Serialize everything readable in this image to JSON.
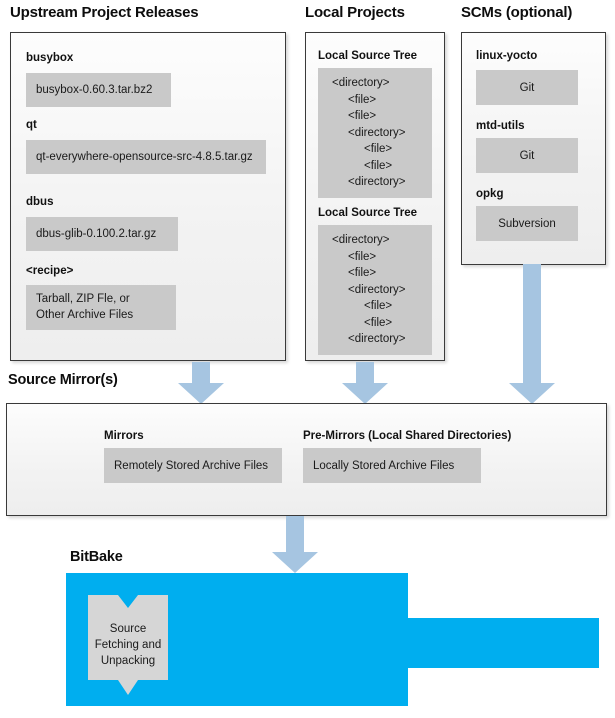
{
  "colors": {
    "accent_cyan": "#00AEEF",
    "arrow_blue": "#A6C5E1",
    "chip_gray": "#C9C9C9",
    "panel_border": "#3A3A3A",
    "text_dark": "#111111"
  },
  "sections": {
    "upstream": {
      "title": "Upstream Project Releases",
      "groups": [
        {
          "label": "busybox",
          "items": [
            "busybox-0.60.3.tar.bz2"
          ]
        },
        {
          "label": "qt",
          "items": [
            "qt-everywhere-opensource-src-4.8.5.tar.gz"
          ]
        },
        {
          "label": "dbus",
          "items": [
            "dbus-glib-0.100.2.tar.gz"
          ]
        },
        {
          "label": "<recipe>",
          "items": [
            "Tarball, ZIP Fle, or",
            "Other Archive Files"
          ]
        }
      ]
    },
    "local_projects": {
      "title": "Local Projects",
      "trees": [
        {
          "label": "Local Source Tree",
          "lines": [
            {
              "depth": 0,
              "text": "<directory>"
            },
            {
              "depth": 1,
              "text": "<file>"
            },
            {
              "depth": 1,
              "text": "<file>"
            },
            {
              "depth": 1,
              "text": "<directory>"
            },
            {
              "depth": 2,
              "text": "<file>"
            },
            {
              "depth": 2,
              "text": "<file>"
            },
            {
              "depth": 1,
              "text": "<directory>"
            }
          ]
        },
        {
          "label": "Local Source Tree",
          "lines": [
            {
              "depth": 0,
              "text": "<directory>"
            },
            {
              "depth": 1,
              "text": "<file>"
            },
            {
              "depth": 1,
              "text": "<file>"
            },
            {
              "depth": 1,
              "text": "<directory>"
            },
            {
              "depth": 2,
              "text": "<file>"
            },
            {
              "depth": 2,
              "text": "<file>"
            },
            {
              "depth": 1,
              "text": "<directory>"
            }
          ]
        }
      ]
    },
    "scms": {
      "title": "SCMs (optional)",
      "groups": [
        {
          "label": "linux-yocto",
          "value": "Git"
        },
        {
          "label": "mtd-utils",
          "value": "Git"
        },
        {
          "label": "opkg",
          "value": "Subversion"
        }
      ]
    },
    "source_mirrors": {
      "title": "Source Mirror(s)",
      "groups": [
        {
          "label": "Mirrors",
          "value": "Remotely Stored Archive Files"
        },
        {
          "label": "Pre-Mirrors (Local Shared Directories)",
          "value": "Locally Stored Archive Files"
        }
      ]
    },
    "bitbake": {
      "title": "BitBake",
      "task": [
        "Source",
        "Fetching and",
        "Unpacking"
      ]
    }
  }
}
